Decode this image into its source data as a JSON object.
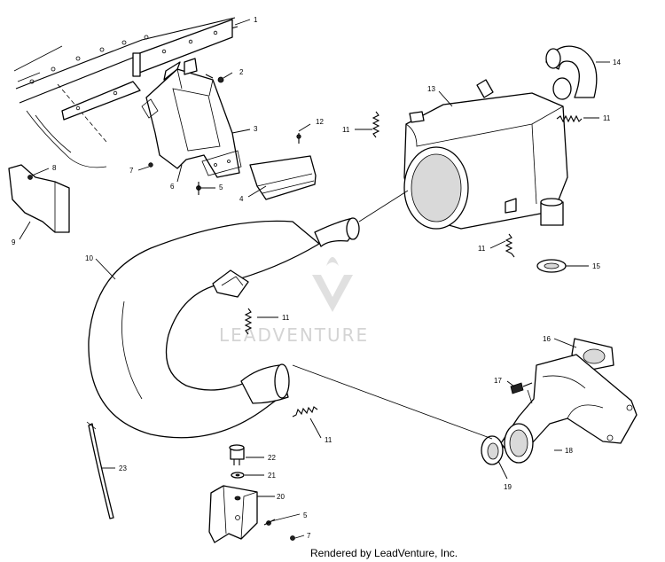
{
  "watermark": "LEADVENTURE",
  "footer": "Rendered by LeadVenture, Inc.",
  "callouts": {
    "c1": "1",
    "c2": "2",
    "c3": "3",
    "c4": "4",
    "c5a": "5",
    "c5b": "5",
    "c6": "6",
    "c7a": "7",
    "c7b": "7",
    "c8": "8",
    "c9": "9",
    "c10": "10",
    "c11a": "11",
    "c11b": "11",
    "c11c": "11",
    "c11d": "11",
    "c11e": "11",
    "c12": "12",
    "c13": "13",
    "c14": "14",
    "c15": "15",
    "c16": "16",
    "c17": "17",
    "c18": "18",
    "c19": "19",
    "c20": "20",
    "c21": "21",
    "c22": "22",
    "c23": "23"
  }
}
